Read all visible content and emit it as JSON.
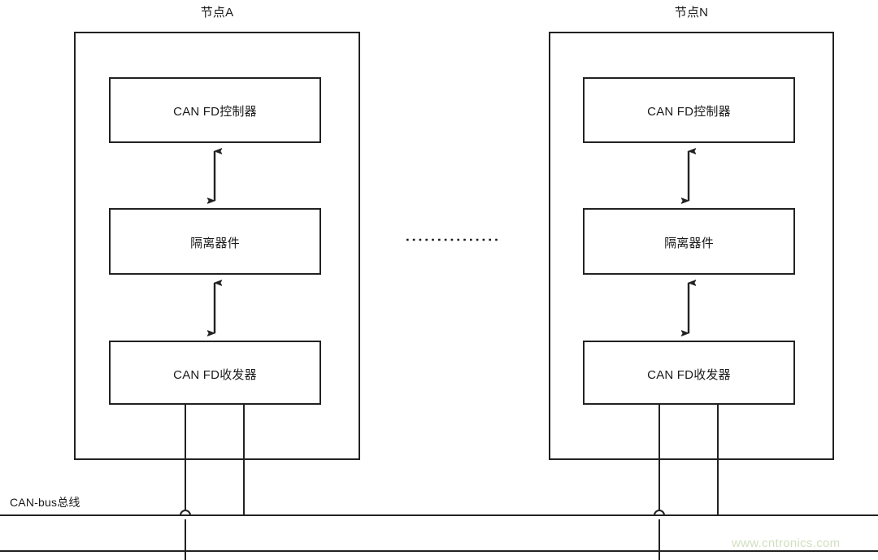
{
  "diagram": {
    "title_a": "节点A",
    "title_n": "节点N",
    "ellipsis": "·····················",
    "bus_label": "CAN-bus总线",
    "watermark": "www.cntronics.com",
    "stroke_color": "#222222",
    "watermark_color": "#cfe0bf",
    "background_color": "#ffffff"
  },
  "nodes": [
    {
      "id": "node-a",
      "title": "节点A",
      "blocks": [
        {
          "id": "can-fd-controller",
          "label": "CAN FD控制器"
        },
        {
          "id": "isolation-device",
          "label": "隔离器件"
        },
        {
          "id": "can-fd-transceiver",
          "label": "CAN FD收发器"
        }
      ],
      "connectors": [
        {
          "id": "controller-isolator-link",
          "type": "double-arrow"
        },
        {
          "id": "isolator-transceiver-link",
          "type": "double-arrow"
        }
      ]
    },
    {
      "id": "node-n",
      "title": "节点N",
      "blocks": [
        {
          "id": "can-fd-controller",
          "label": "CAN FD控制器"
        },
        {
          "id": "isolation-device",
          "label": "隔离器件"
        },
        {
          "id": "can-fd-transceiver",
          "label": "CAN FD收发器"
        }
      ],
      "connectors": [
        {
          "id": "controller-isolator-link",
          "type": "double-arrow"
        },
        {
          "id": "isolator-transceiver-link",
          "type": "double-arrow"
        }
      ]
    }
  ],
  "bus": {
    "label": "CAN-bus总线",
    "lines": [
      {
        "id": "can-high-line"
      },
      {
        "id": "can-low-line"
      }
    ]
  }
}
